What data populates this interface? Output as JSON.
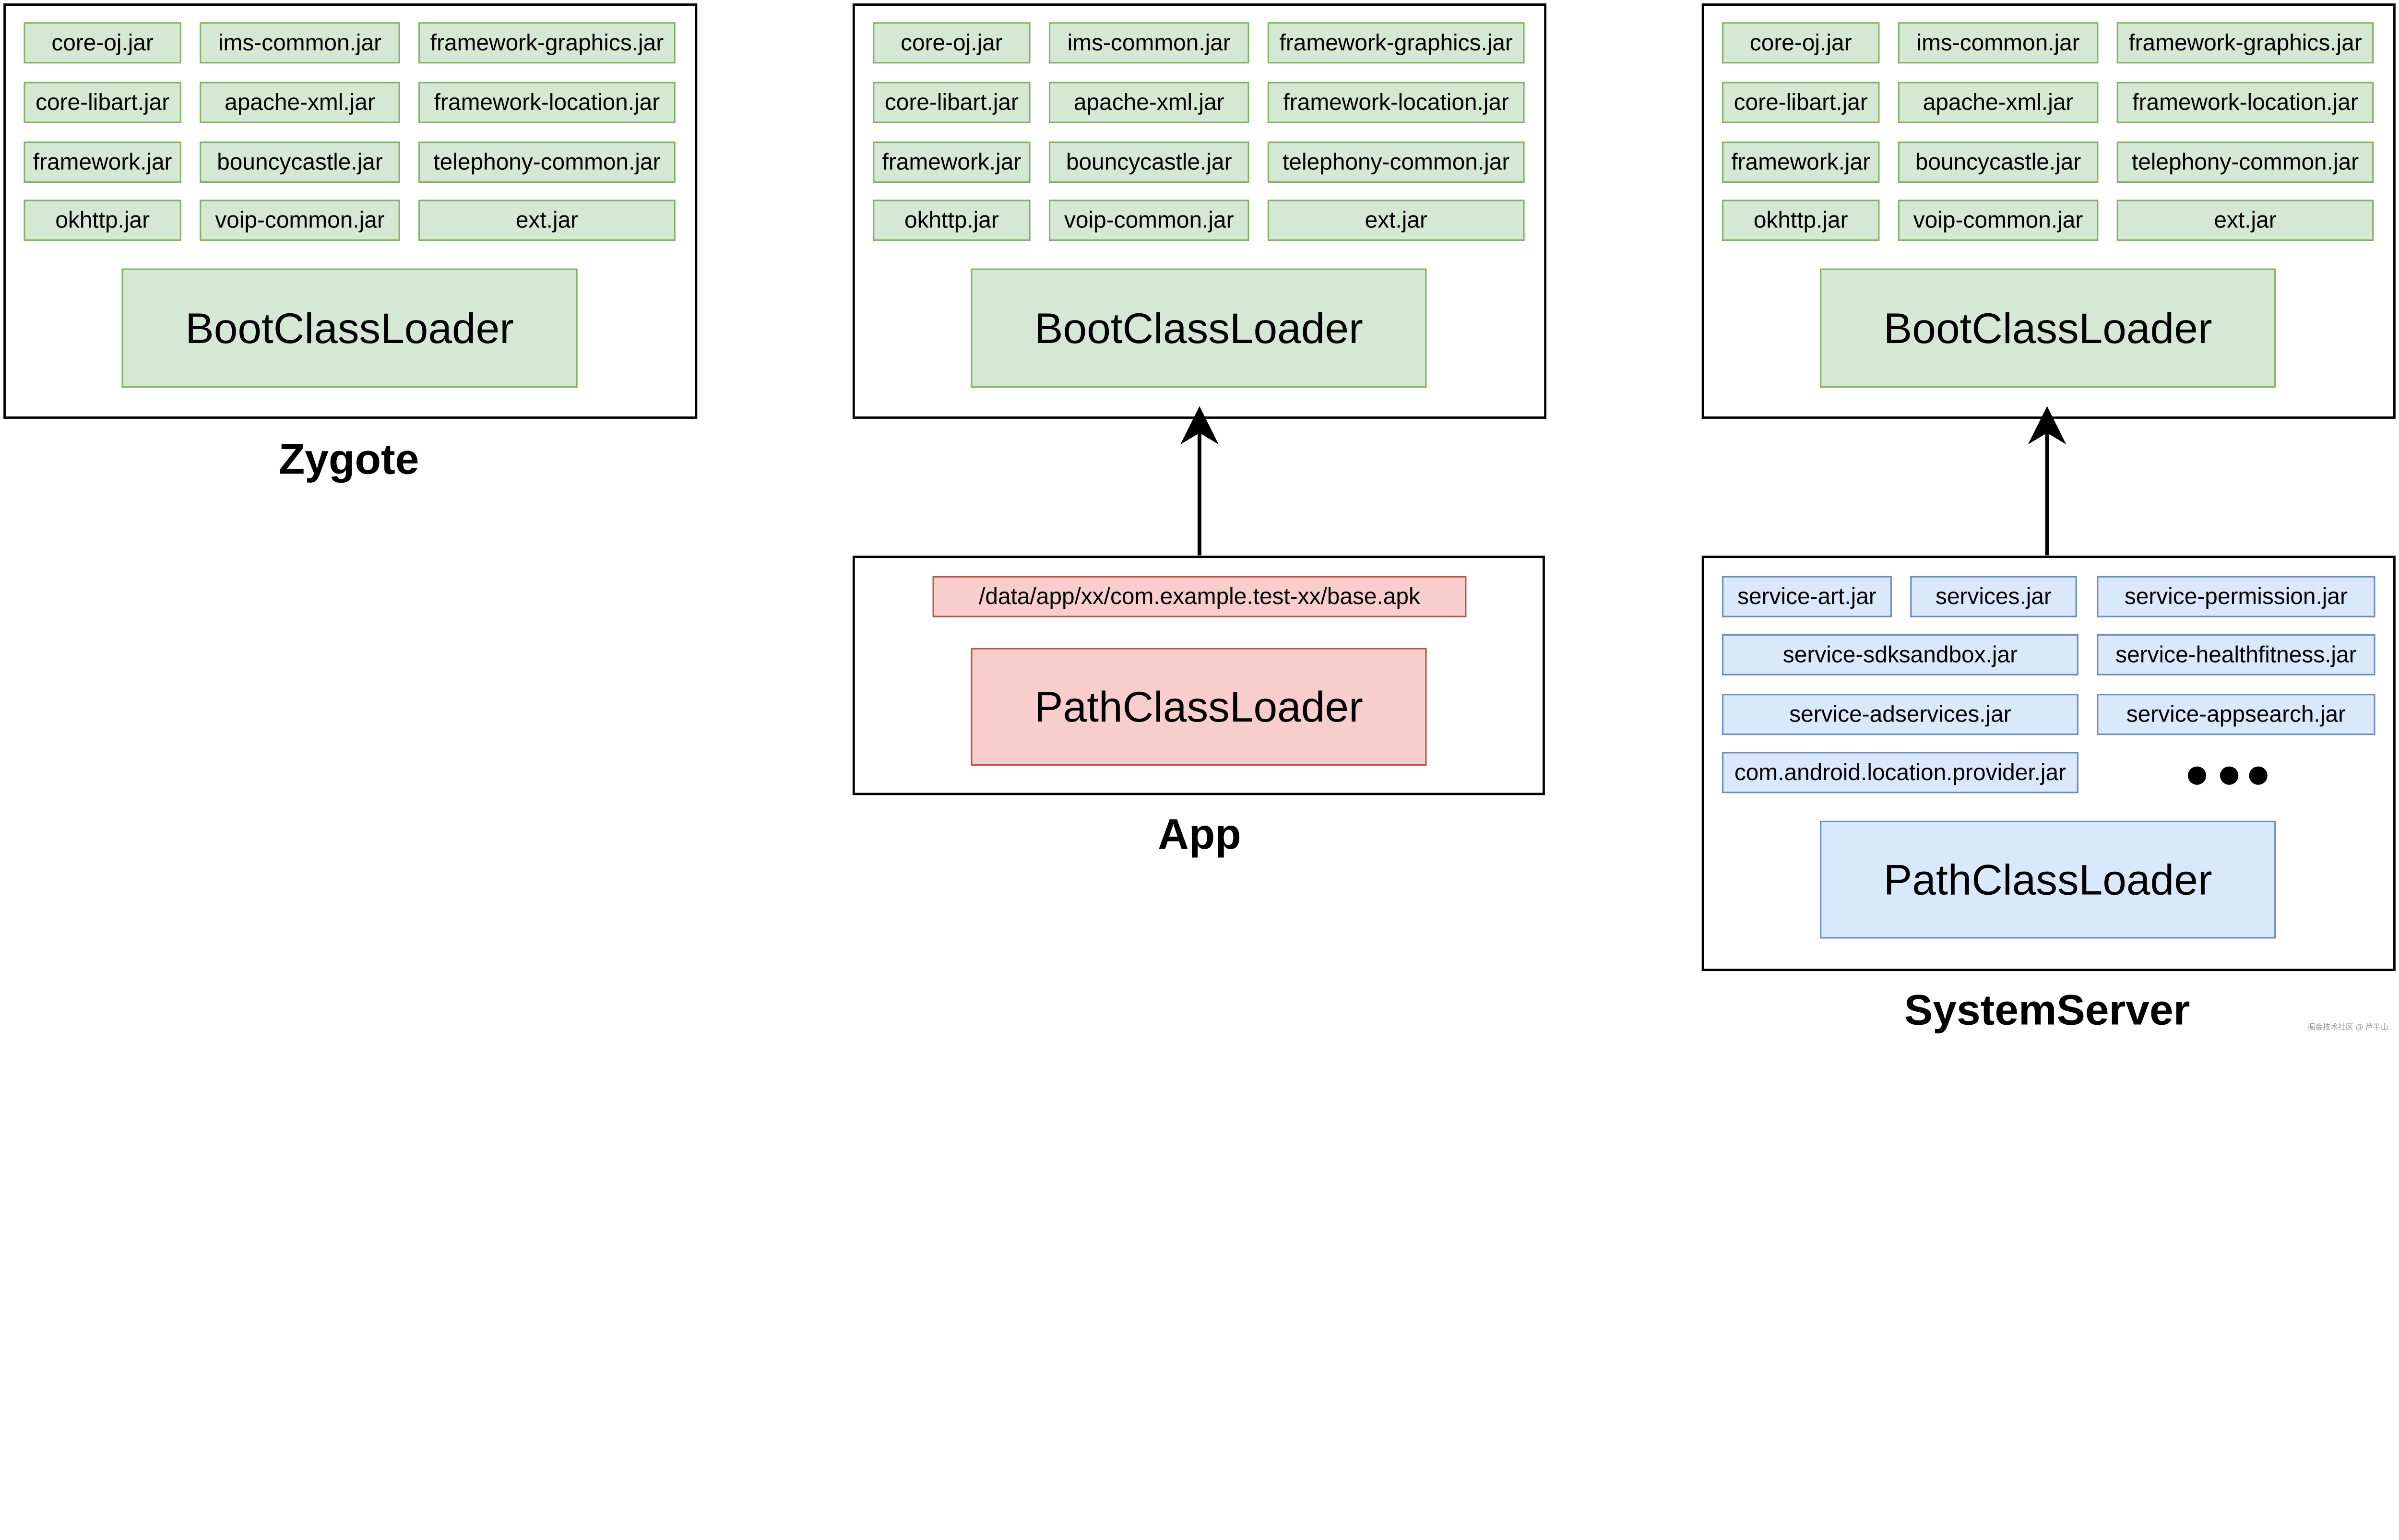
{
  "colors": {
    "green_fill": "#d5e8d4",
    "green_stroke": "#82b366",
    "red_fill": "#f8cecc",
    "red_stroke": "#b85450",
    "blue_fill": "#dae8fc",
    "blue_stroke": "#6c8ebf",
    "border": "#000000"
  },
  "boot_jars": [
    [
      "core-oj.jar",
      "ims-common.jar",
      "framework-graphics.jar"
    ],
    [
      "core-libart.jar",
      "apache-xml.jar",
      "framework-location.jar"
    ],
    [
      "framework.jar",
      "bouncycastle.jar",
      "telephony-common.jar"
    ],
    [
      "okhttp.jar",
      "voip-common.jar",
      "ext.jar"
    ]
  ],
  "boot_loader": "BootClassLoader",
  "zygote": {
    "label": "Zygote"
  },
  "app": {
    "label": "App",
    "apk_path": "/data/app/xx/com.example.test-xx/base.apk",
    "loader": "PathClassLoader"
  },
  "system_server": {
    "label": "SystemServer",
    "jars": [
      "service-art.jar",
      "services.jar",
      "service-permission.jar",
      "service-sdksandbox.jar",
      "service-healthfitness.jar",
      "service-adservices.jar",
      "service-appsearch.jar",
      "com.android.location.provider.jar"
    ],
    "more_icon": "ellipsis-dots",
    "loader": "PathClassLoader"
  },
  "watermark": "掘金技术社区 @ 芦半山"
}
